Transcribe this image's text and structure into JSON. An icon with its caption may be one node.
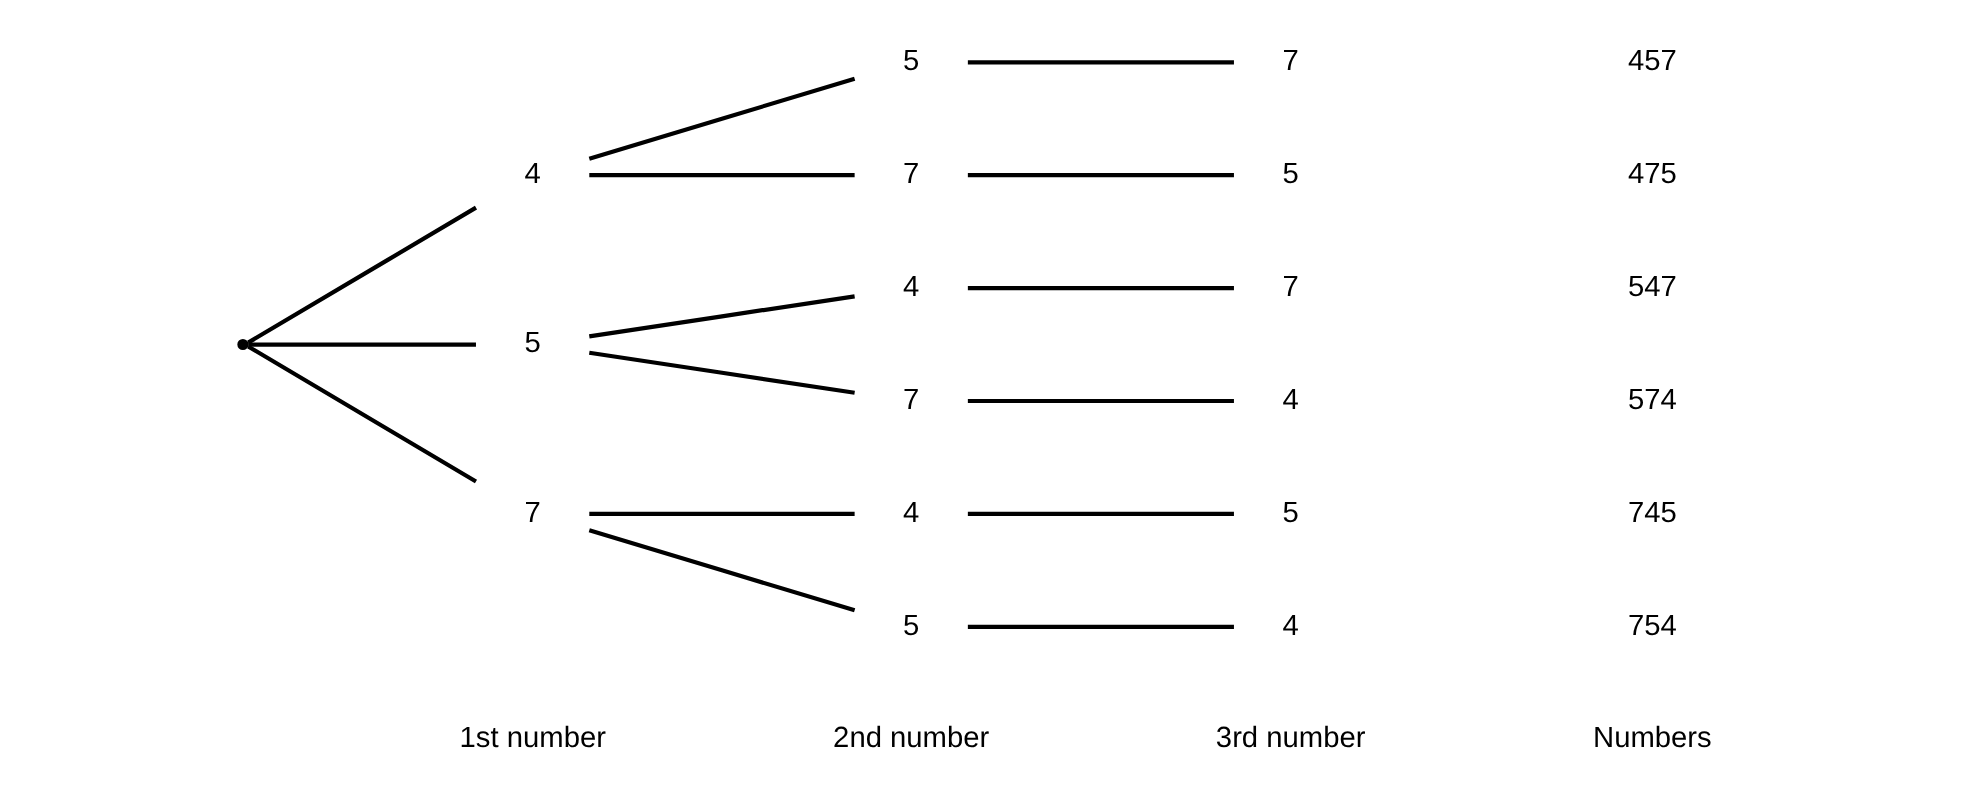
{
  "diagram": {
    "nodes": [
      {
        "text": [],
        "shape": "point"
      },
      {
        "text": [
          "4"
        ]
      },
      {
        "text": [
          "5"
        ]
      },
      {
        "text": [
          "7"
        ]
      },
      {
        "text": [
          "5"
        ]
      },
      {
        "text": [
          "7"
        ]
      },
      {
        "text": [
          "4"
        ]
      },
      {
        "text": [
          "7"
        ]
      },
      {
        "text": [
          "4"
        ]
      },
      {
        "text": [
          "5"
        ]
      },
      {
        "text": [
          "7"
        ]
      },
      {
        "text": [
          "5"
        ]
      },
      {
        "text": [
          "7"
        ]
      },
      {
        "text": [
          "4"
        ]
      },
      {
        "text": [
          "5"
        ]
      },
      {
        "text": [
          "4"
        ]
      }
    ],
    "edges": [
      {
        "from": 0,
        "to": 1,
        "arrow": "none"
      },
      {
        "from": 0,
        "to": 2,
        "arrow": "none"
      },
      {
        "from": 0,
        "to": 3,
        "arrow": "none"
      },
      {
        "from": 1,
        "to": 4,
        "arrow": "none"
      },
      {
        "from": 1,
        "to": 5,
        "arrow": "none"
      },
      {
        "from": 2,
        "to": 6,
        "arrow": "none"
      },
      {
        "from": 2,
        "to": 7,
        "arrow": "none"
      },
      {
        "from": 3,
        "to": 8,
        "arrow": "none"
      },
      {
        "from": 3,
        "to": 9,
        "arrow": "none"
      },
      {
        "from": 4,
        "to": 10,
        "arrow": "none"
      },
      {
        "from": 5,
        "to": 11,
        "arrow": "none"
      },
      {
        "from": 6,
        "to": 12,
        "arrow": "none"
      },
      {
        "from": 7,
        "to": 13,
        "arrow": "none"
      },
      {
        "from": 8,
        "to": 14,
        "arrow": "none"
      },
      {
        "from": 9,
        "to": 15,
        "arrow": "none"
      }
    ],
    "labels": [
      "1st number",
      "2nd number",
      "3rd number",
      "Numbers",
      "457",
      "475",
      "547",
      "574",
      "745",
      "754"
    ]
  }
}
